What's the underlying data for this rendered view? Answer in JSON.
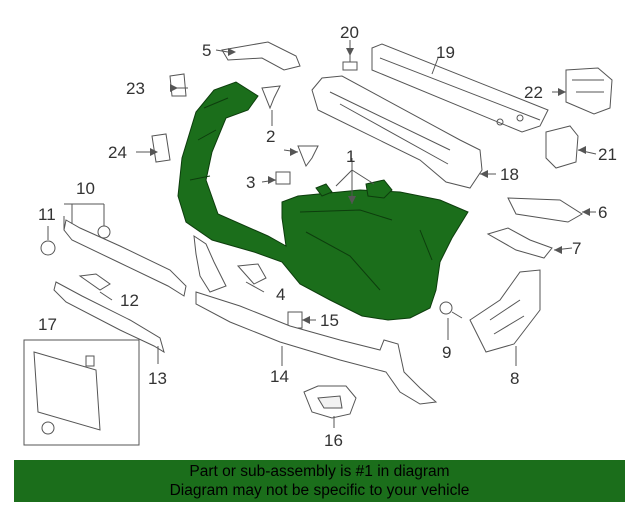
{
  "diagram": {
    "callouts": {
      "c1": "1",
      "c2": "2",
      "c3": "3",
      "c4": "4",
      "c5": "5",
      "c6": "6",
      "c7": "7",
      "c8": "8",
      "c9": "9",
      "c10": "10",
      "c11": "11",
      "c12": "12",
      "c13": "13",
      "c14": "14",
      "c15": "15",
      "c16": "16",
      "c17": "17",
      "c18": "18",
      "c19": "19",
      "c20": "20",
      "c21": "21",
      "c22": "22",
      "c23": "23",
      "c24": "24"
    },
    "highlight_color": "#1b6e1b"
  },
  "footer": {
    "line1": "Part or sub-assembly is #1 in diagram",
    "line2": "Diagram may not be specific to your vehicle",
    "background": "#1b6e1b"
  }
}
